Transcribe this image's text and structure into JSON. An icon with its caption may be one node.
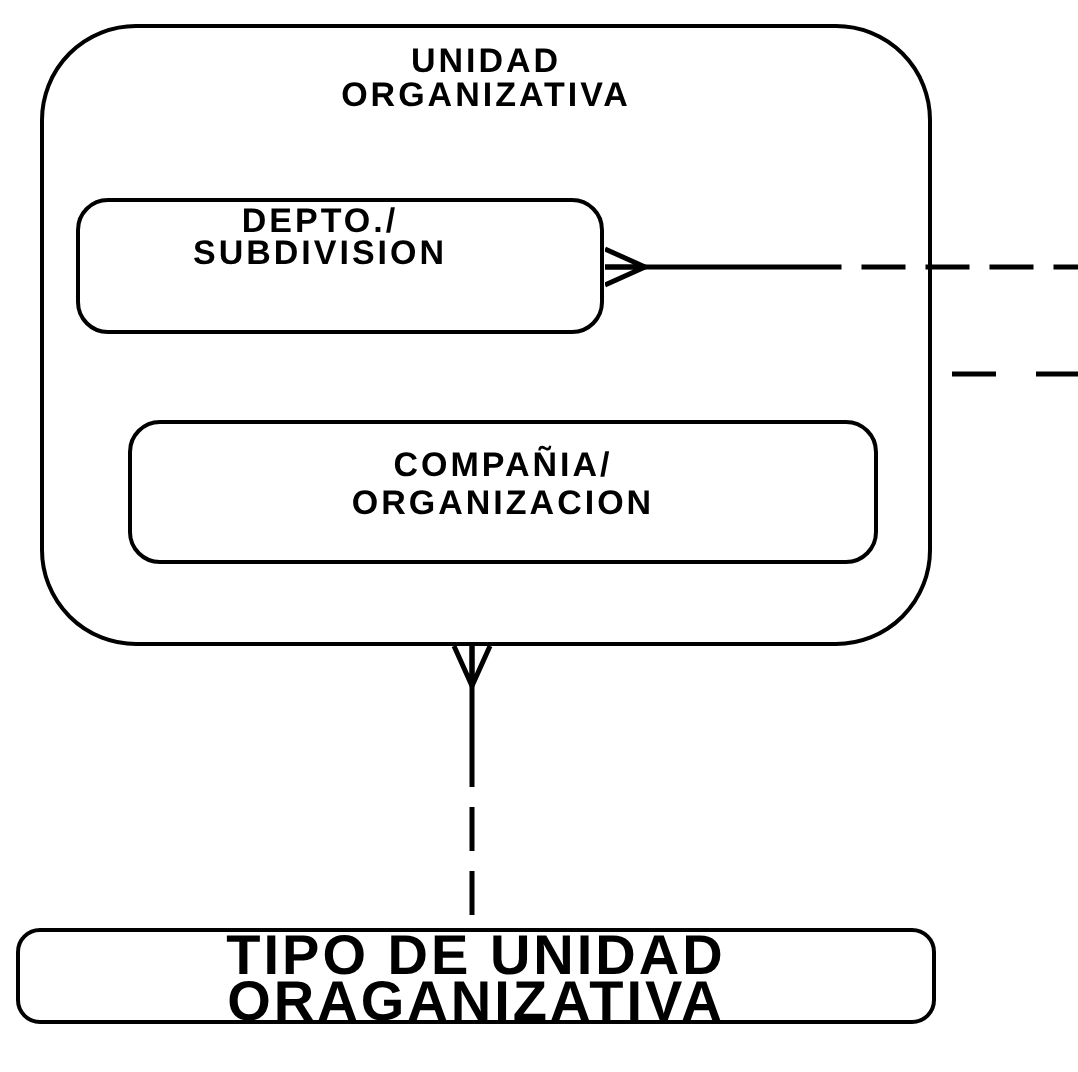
{
  "diagram": {
    "nodes": [
      {
        "text": [
          "UNIDAD ORGANIZATIVA"
        ]
      },
      {
        "text": [
          "DEPTO./ SUBDIVISION"
        ],
        "in": 0
      },
      {
        "text": [
          "COMPAÑIA/ ORGANIZACION"
        ],
        "in": 0
      },
      {
        "text": [
          "TIPO DE UNIDAD ORAGANIZATIVA"
        ]
      }
    ],
    "edges": [
      {
        "from": 1,
        "to": null,
        "arrow": "other",
        "style": "dashed"
      },
      {
        "from": 0,
        "to": null,
        "arrow": "none",
        "style": "dashed"
      },
      {
        "from": 0,
        "to": 3,
        "arrow": "other",
        "style": "dashed"
      }
    ]
  }
}
